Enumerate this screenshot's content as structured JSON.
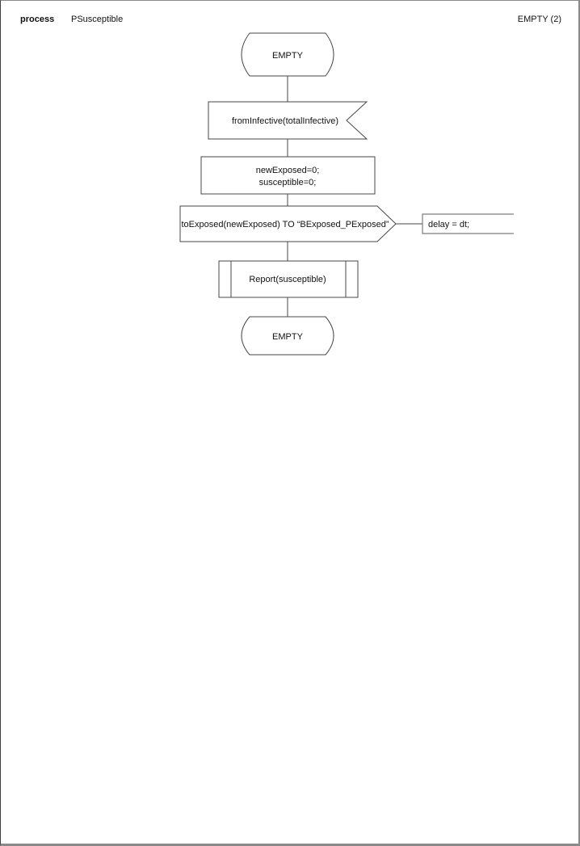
{
  "header": {
    "kind_label": "process",
    "process_name": "PSusceptible",
    "page_label": "EMPTY (2)"
  },
  "diagram": {
    "start_state": "EMPTY",
    "input_signal": "fromInfective(totalInfective)",
    "task_lines": [
      "newExposed=0;",
      "susceptible=0;"
    ],
    "output_signal": "toExposed(newExposed) TO “BExposed_PExposed”",
    "output_comment": "delay = dt;",
    "procedure_call": "Report(susceptible)",
    "end_state": "EMPTY"
  },
  "theme": {
    "line_color": "#474747",
    "comment_line_color": "#7d7d7d",
    "page_border_color": "#8a8a8a",
    "page_border_left_color": "#3f3f3f",
    "text_color": "#111111",
    "background": "#ffffff"
  }
}
